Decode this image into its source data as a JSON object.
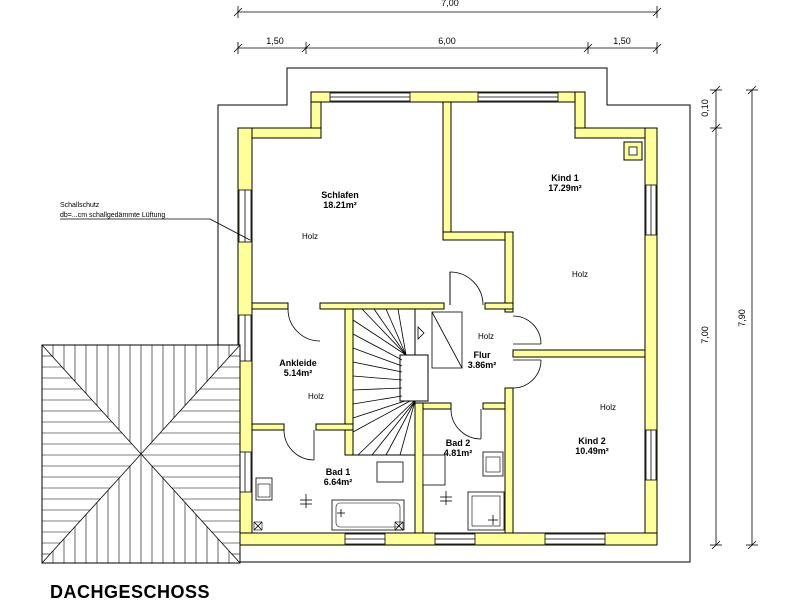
{
  "title": "DACHGESCHOSS",
  "colors": {
    "wall": "#ffff99",
    "line": "#000000",
    "background": "#ffffff"
  },
  "dimensions": {
    "top_total": "7,00",
    "top_left": "1,50",
    "top_mid": "6,00",
    "top_right": "1,50",
    "right_a": "0,10",
    "right_b": "7,00",
    "right_total": "7,90"
  },
  "annotation": {
    "line1": "Schallschutz",
    "line2": "db=...cm schallgedämmte Lüftung"
  },
  "rooms": [
    {
      "name": "Schlafen",
      "area": "18.21m²",
      "floor": "Holz"
    },
    {
      "name": "Kind 1",
      "area": "17.29m²",
      "floor": "Holz"
    },
    {
      "name": "Ankleide",
      "area": "5.14m²",
      "floor": "Holz"
    },
    {
      "name": "Flur",
      "area": "3.86m²",
      "floor": "Holz"
    },
    {
      "name": "Bad 1",
      "area": "6.64m²",
      "floor": ""
    },
    {
      "name": "Bad 2",
      "area": "4.81m²",
      "floor": ""
    },
    {
      "name": "Kind 2",
      "area": "10.49m²",
      "floor": "Holz"
    }
  ]
}
